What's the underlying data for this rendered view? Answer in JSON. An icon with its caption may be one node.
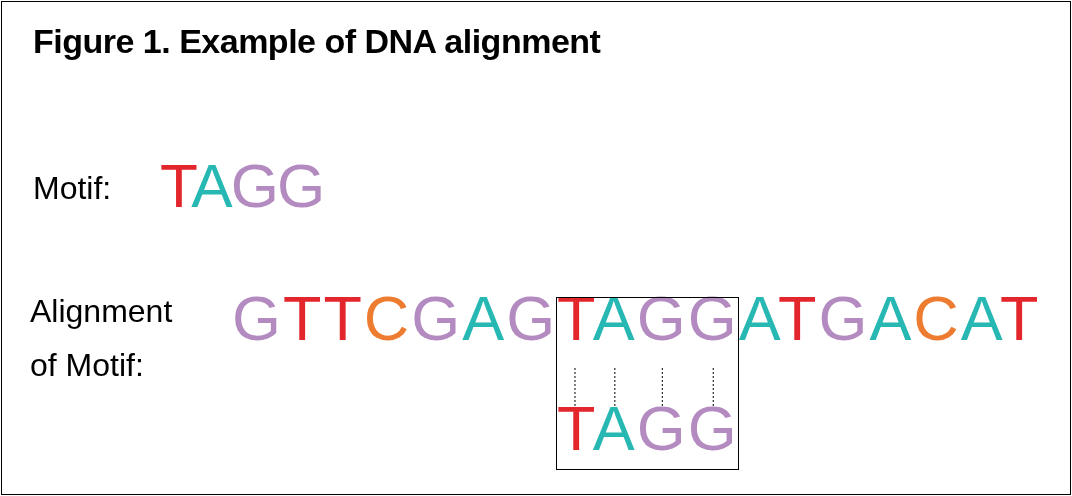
{
  "diagram": {
    "title": "Figure 1. Example of DNA alignment",
    "labels": [
      "Motif:",
      "TAGG",
      "Alignment of Motif:",
      "GTTCGAGTAGGATGACAT",
      "TAGG"
    ]
  }
}
